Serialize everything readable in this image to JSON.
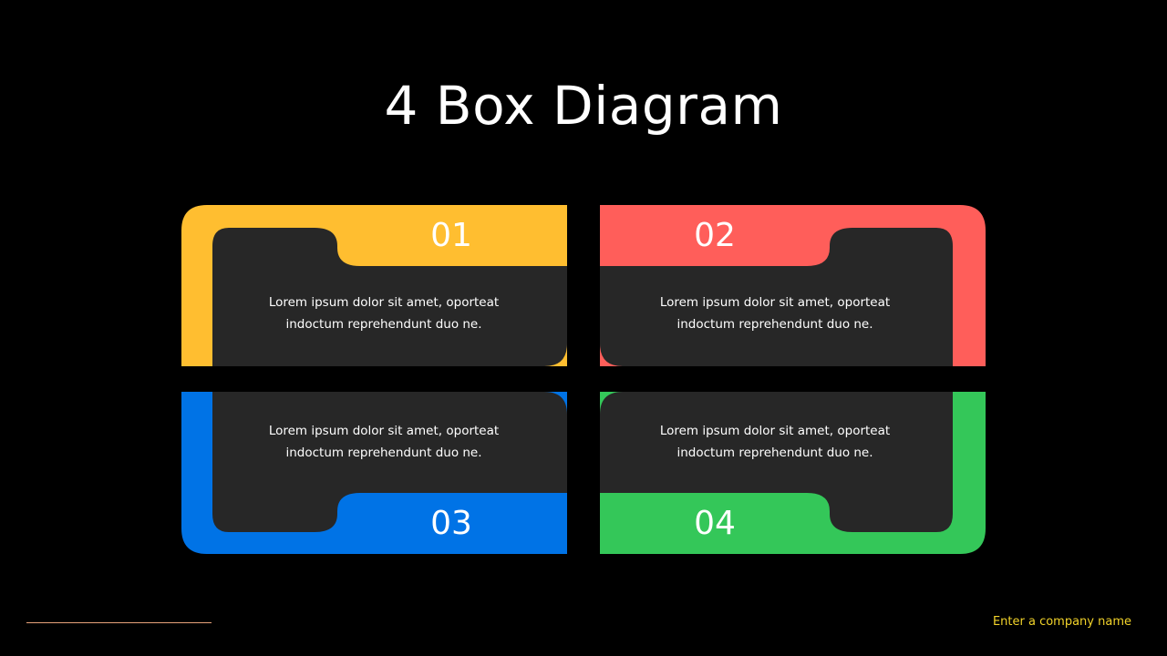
{
  "slide": {
    "title": "4 Box Diagram",
    "footer": {
      "company": "Enter a company name",
      "company_color": "#f2d32a",
      "line_color": "#e8a27a"
    }
  },
  "panel_color": "#272727",
  "boxes": [
    {
      "number": "01",
      "text_line1": "Lorem ipsum dolor sit amet, oporteat",
      "text_line2": "indoctum reprehendunt duo ne.",
      "color": "#ffbe30"
    },
    {
      "number": "02",
      "text_line1": "Lorem ipsum dolor sit amet, oporteat",
      "text_line2": "indoctum reprehendunt duo ne.",
      "color": "#ff5e5a"
    },
    {
      "number": "03",
      "text_line1": "Lorem ipsum dolor sit amet, oporteat",
      "text_line2": "indoctum reprehendunt duo ne.",
      "color": "#0073e6"
    },
    {
      "number": "04",
      "text_line1": "Lorem ipsum dolor sit amet, oporteat",
      "text_line2": "indoctum reprehendunt duo ne.",
      "color": "#34c759"
    }
  ]
}
